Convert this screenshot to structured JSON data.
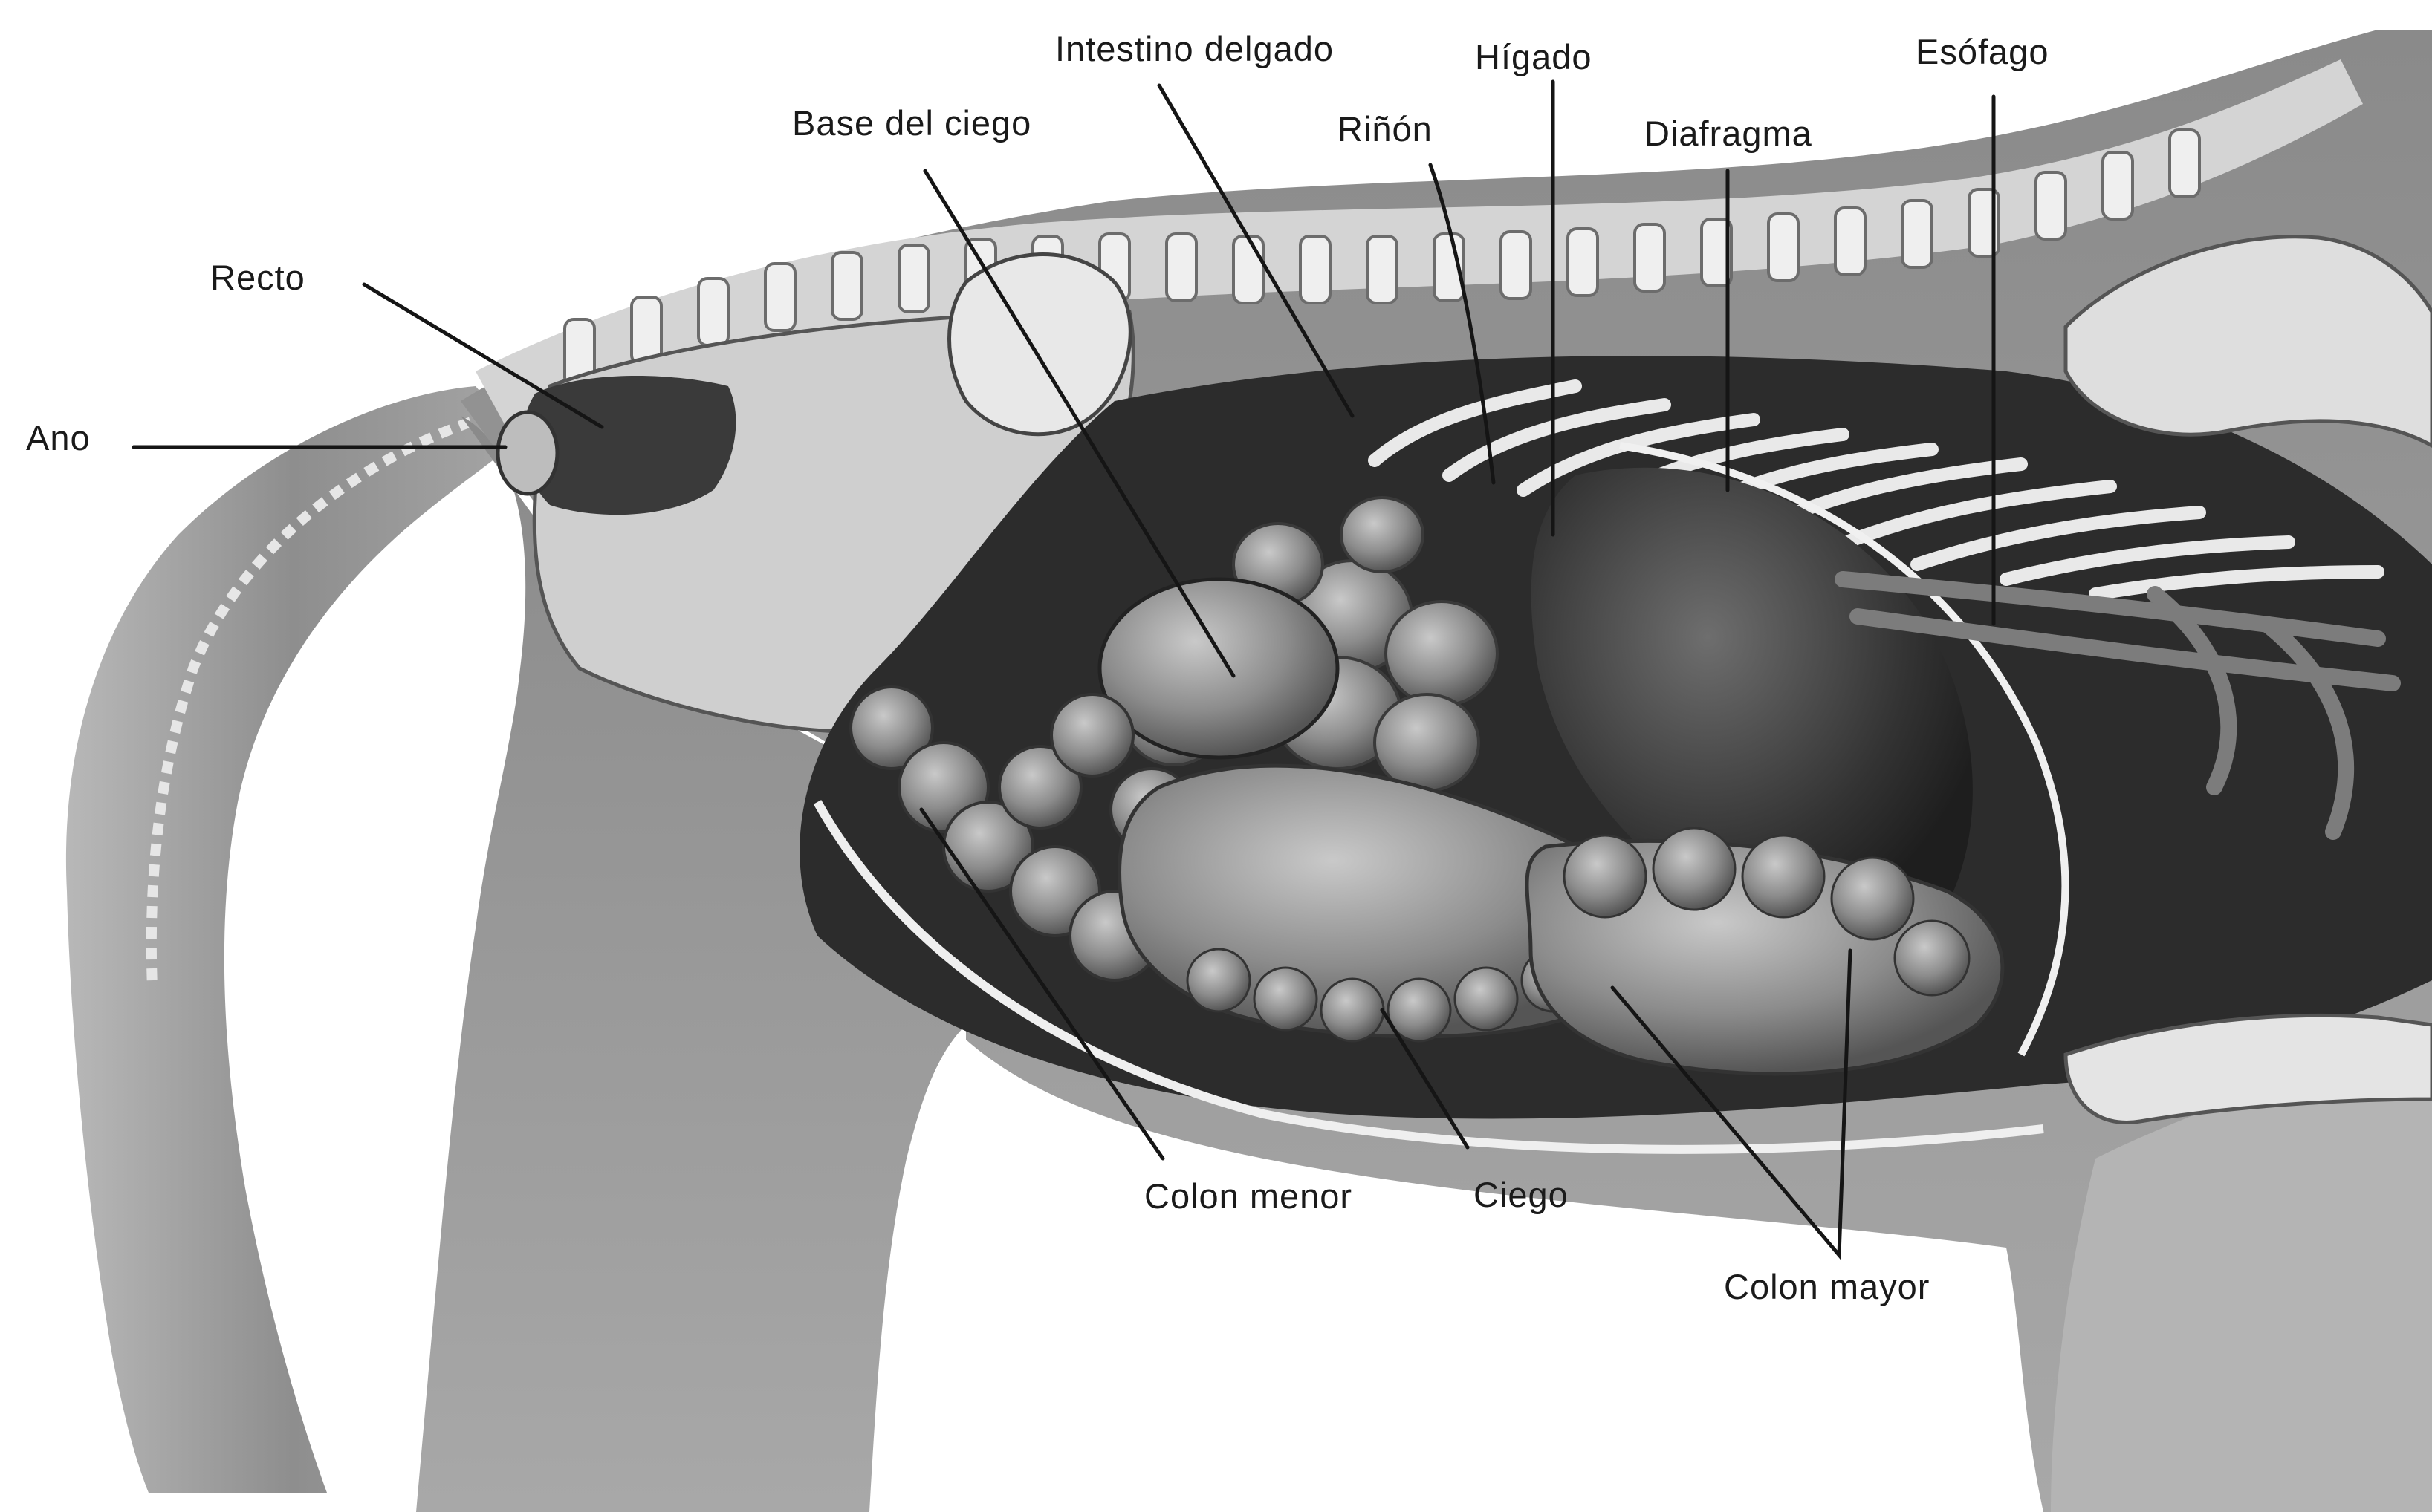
{
  "labels": {
    "intestino_delgado": "Intestino delgado",
    "higado": "Hígado",
    "esofago": "Esófago",
    "base_del_ciego": "Base del ciego",
    "rinon": "Riñón",
    "diafragma": "Diafragma",
    "recto": "Recto",
    "ano": "Ano",
    "colon_menor": "Colon menor",
    "ciego": "Ciego",
    "colon_mayor": "Colon mayor"
  },
  "colors": {
    "background": "#ffffff",
    "body_gray": "#9a9a9a",
    "organ_dark": "#2a2a2a",
    "bone_light": "#d8d8d8",
    "label_text": "#1a1a1a"
  }
}
